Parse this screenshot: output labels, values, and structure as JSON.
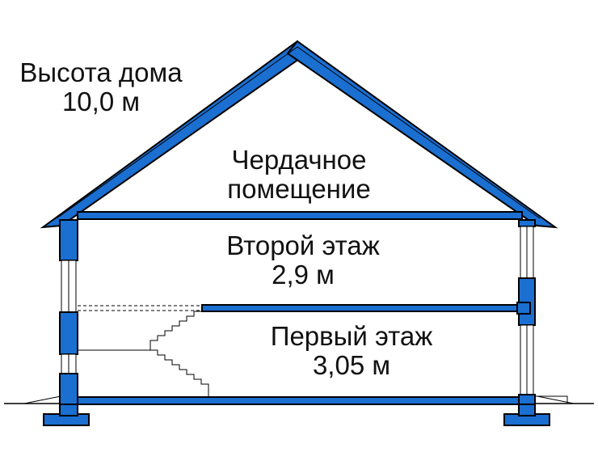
{
  "colors": {
    "structure_fill": "#1a6fd1",
    "outline": "#000000",
    "background": "#ffffff"
  },
  "labels": {
    "house_height": {
      "line1": "Высота дома",
      "line2": "10,0 м"
    },
    "attic": {
      "line1": "Чердачное",
      "line2": "помещение"
    },
    "second_floor": {
      "line1": "Второй этаж",
      "line2": "2,9 м"
    },
    "first_floor": {
      "line1": "Первый этаж",
      "line2": "3,05 м"
    }
  }
}
